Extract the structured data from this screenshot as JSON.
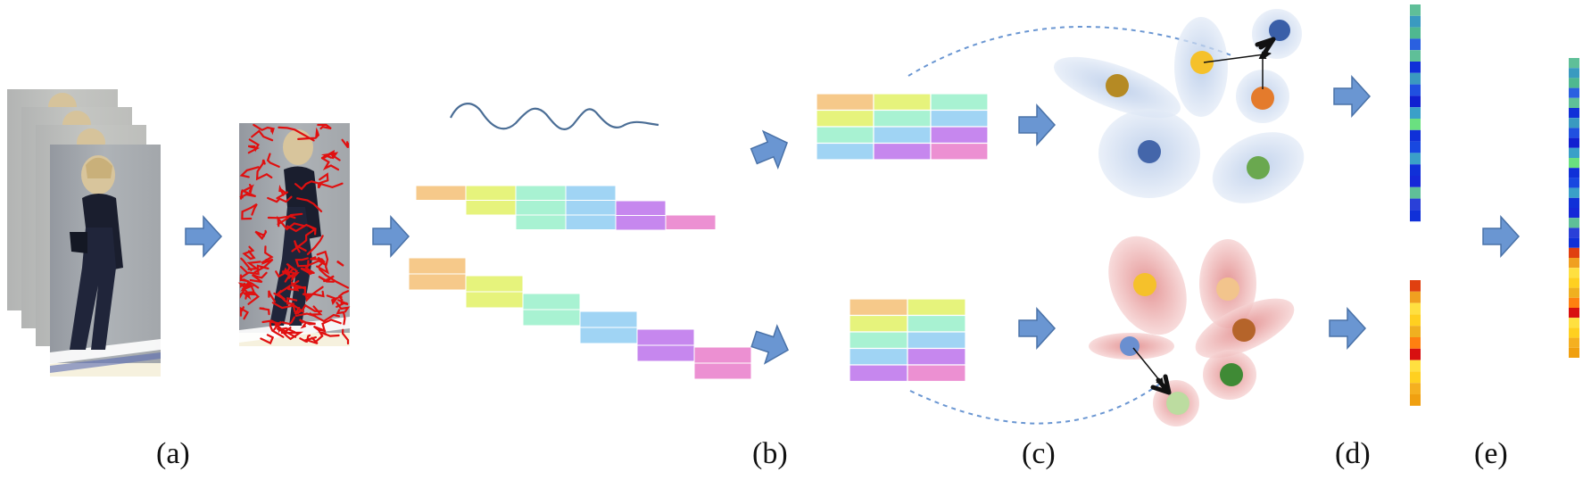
{
  "panel_labels": [
    "(a)",
    "(b)",
    "(c)",
    "(d)",
    "(e)"
  ],
  "colors": {
    "arrow_fill": "#6a96d2",
    "arrow_stroke": "#4a72a8",
    "trajectory": "#e01010",
    "wave": "#4a6d95",
    "dashed": "#6a96d2",
    "blue_ellipse": "#c6d6ec",
    "red_ellipse": "#e9a0a0",
    "block_palette": [
      "#f6c98a",
      "#e6f37c",
      "#a8f2d2",
      "#a0d4f4",
      "#c687ee",
      "#ec90d2"
    ]
  },
  "icons": [
    "right-arrow-icon",
    "upper-right-arrow-icon",
    "lower-right-arrow-icon"
  ]
}
